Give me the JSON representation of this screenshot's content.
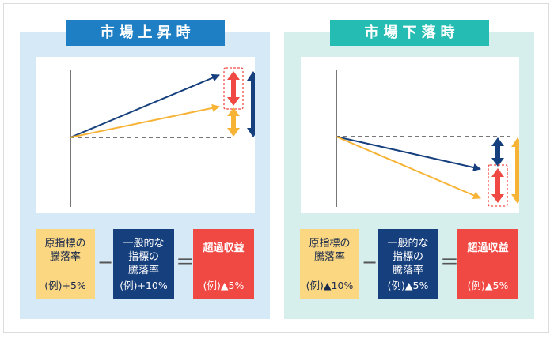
{
  "panels": [
    {
      "title": "市場上昇時",
      "boxes": [
        {
          "lines": [
            "原指標の",
            "騰落率"
          ],
          "example": "(例)+5%"
        },
        {
          "lines": [
            "一般的な",
            "指標の",
            "騰落率"
          ],
          "example": "(例)+10%"
        },
        {
          "lines": [
            "超過収益"
          ],
          "example": "(例)▲5%"
        }
      ],
      "operators": [
        "−",
        "＝"
      ]
    },
    {
      "title": "市場下落時",
      "boxes": [
        {
          "lines": [
            "原指標の",
            "騰落率"
          ],
          "example": "(例)▲10%"
        },
        {
          "lines": [
            "一般的な",
            "指標の",
            "騰落率"
          ],
          "example": "(例)▲5%"
        },
        {
          "lines": [
            "超過収益"
          ],
          "example": "(例)▲5%"
        }
      ],
      "operators": [
        "−",
        "＝"
      ]
    }
  ],
  "colors": {
    "navy": "#163f7d",
    "yellow": "#f6b335",
    "red": "#f04944",
    "left_panel_bg": "#d5e9f6",
    "right_panel_bg": "#d6efec",
    "left_title_bg": "#1f7fc4",
    "right_title_bg": "#25bcb3"
  }
}
